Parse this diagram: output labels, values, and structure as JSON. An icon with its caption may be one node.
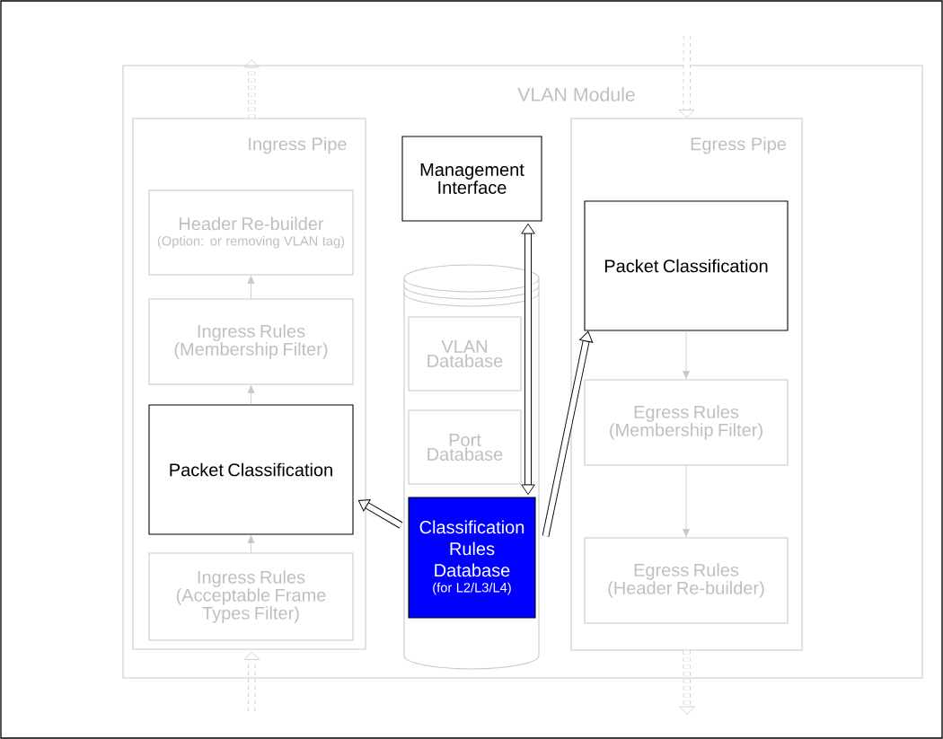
{
  "diagram": {
    "nodes": [
      {
        "text": [
          "VLAN Module"
        ]
      },
      {
        "text": [
          "Ingress Pipe"
        ],
        "in": 0
      },
      {
        "text": [
          "Header Re-builder",
          "(Option: or removing VLAN tag)"
        ],
        "in": 1
      },
      {
        "text": [
          "Ingress Rules (Membership Filter)"
        ],
        "in": 1
      },
      {
        "text": [
          "Packet Classification"
        ],
        "in": 1
      },
      {
        "text": [
          "Ingress Rules (Acceptable Frame Types Filter)"
        ],
        "in": 1
      },
      {
        "text": [
          "Management Interface"
        ],
        "in": 0
      },
      {
        "text": [],
        "shape": "cylinder",
        "in": 0
      },
      {
        "text": [
          "VLAN Database"
        ],
        "in": 7
      },
      {
        "text": [
          "Port Database"
        ],
        "in": 7
      },
      {
        "text": [
          "Classification Rules Database",
          "(for L2/L3/L4)"
        ],
        "in": 7
      },
      {
        "text": [
          "Egress Pipe"
        ],
        "in": 0
      },
      {
        "text": [
          "Packet Classification"
        ],
        "in": 11
      },
      {
        "text": [
          "Egress Rules (Membership Filter)"
        ],
        "in": 11
      },
      {
        "text": [
          "Egress Rules (Header Re-builder)"
        ],
        "in": 11
      }
    ],
    "edges": [
      {
        "from": 3,
        "to": 2,
        "arrow": "to"
      },
      {
        "from": 4,
        "to": 3,
        "arrow": "to"
      },
      {
        "from": 5,
        "to": 4,
        "arrow": "to"
      },
      {
        "from": 12,
        "to": 13,
        "arrow": "to"
      },
      {
        "from": 13,
        "to": 14,
        "arrow": "to"
      },
      {
        "from": 6,
        "to": 10,
        "arrow": "both",
        "color": "#000000"
      },
      {
        "from": 10,
        "to": 4,
        "arrow": "to",
        "color": "#000000"
      },
      {
        "from": 10,
        "to": 12,
        "arrow": "to",
        "color": "#000000"
      },
      {
        "from": 1,
        "to": null,
        "arrow": "to",
        "style": "dashed"
      },
      {
        "from": null,
        "to": 11,
        "arrow": "to",
        "style": "dashed"
      },
      {
        "from": null,
        "to": 1,
        "arrow": "to",
        "style": "dashed"
      },
      {
        "from": 11,
        "to": null,
        "arrow": "to",
        "style": "dashed"
      }
    ]
  }
}
